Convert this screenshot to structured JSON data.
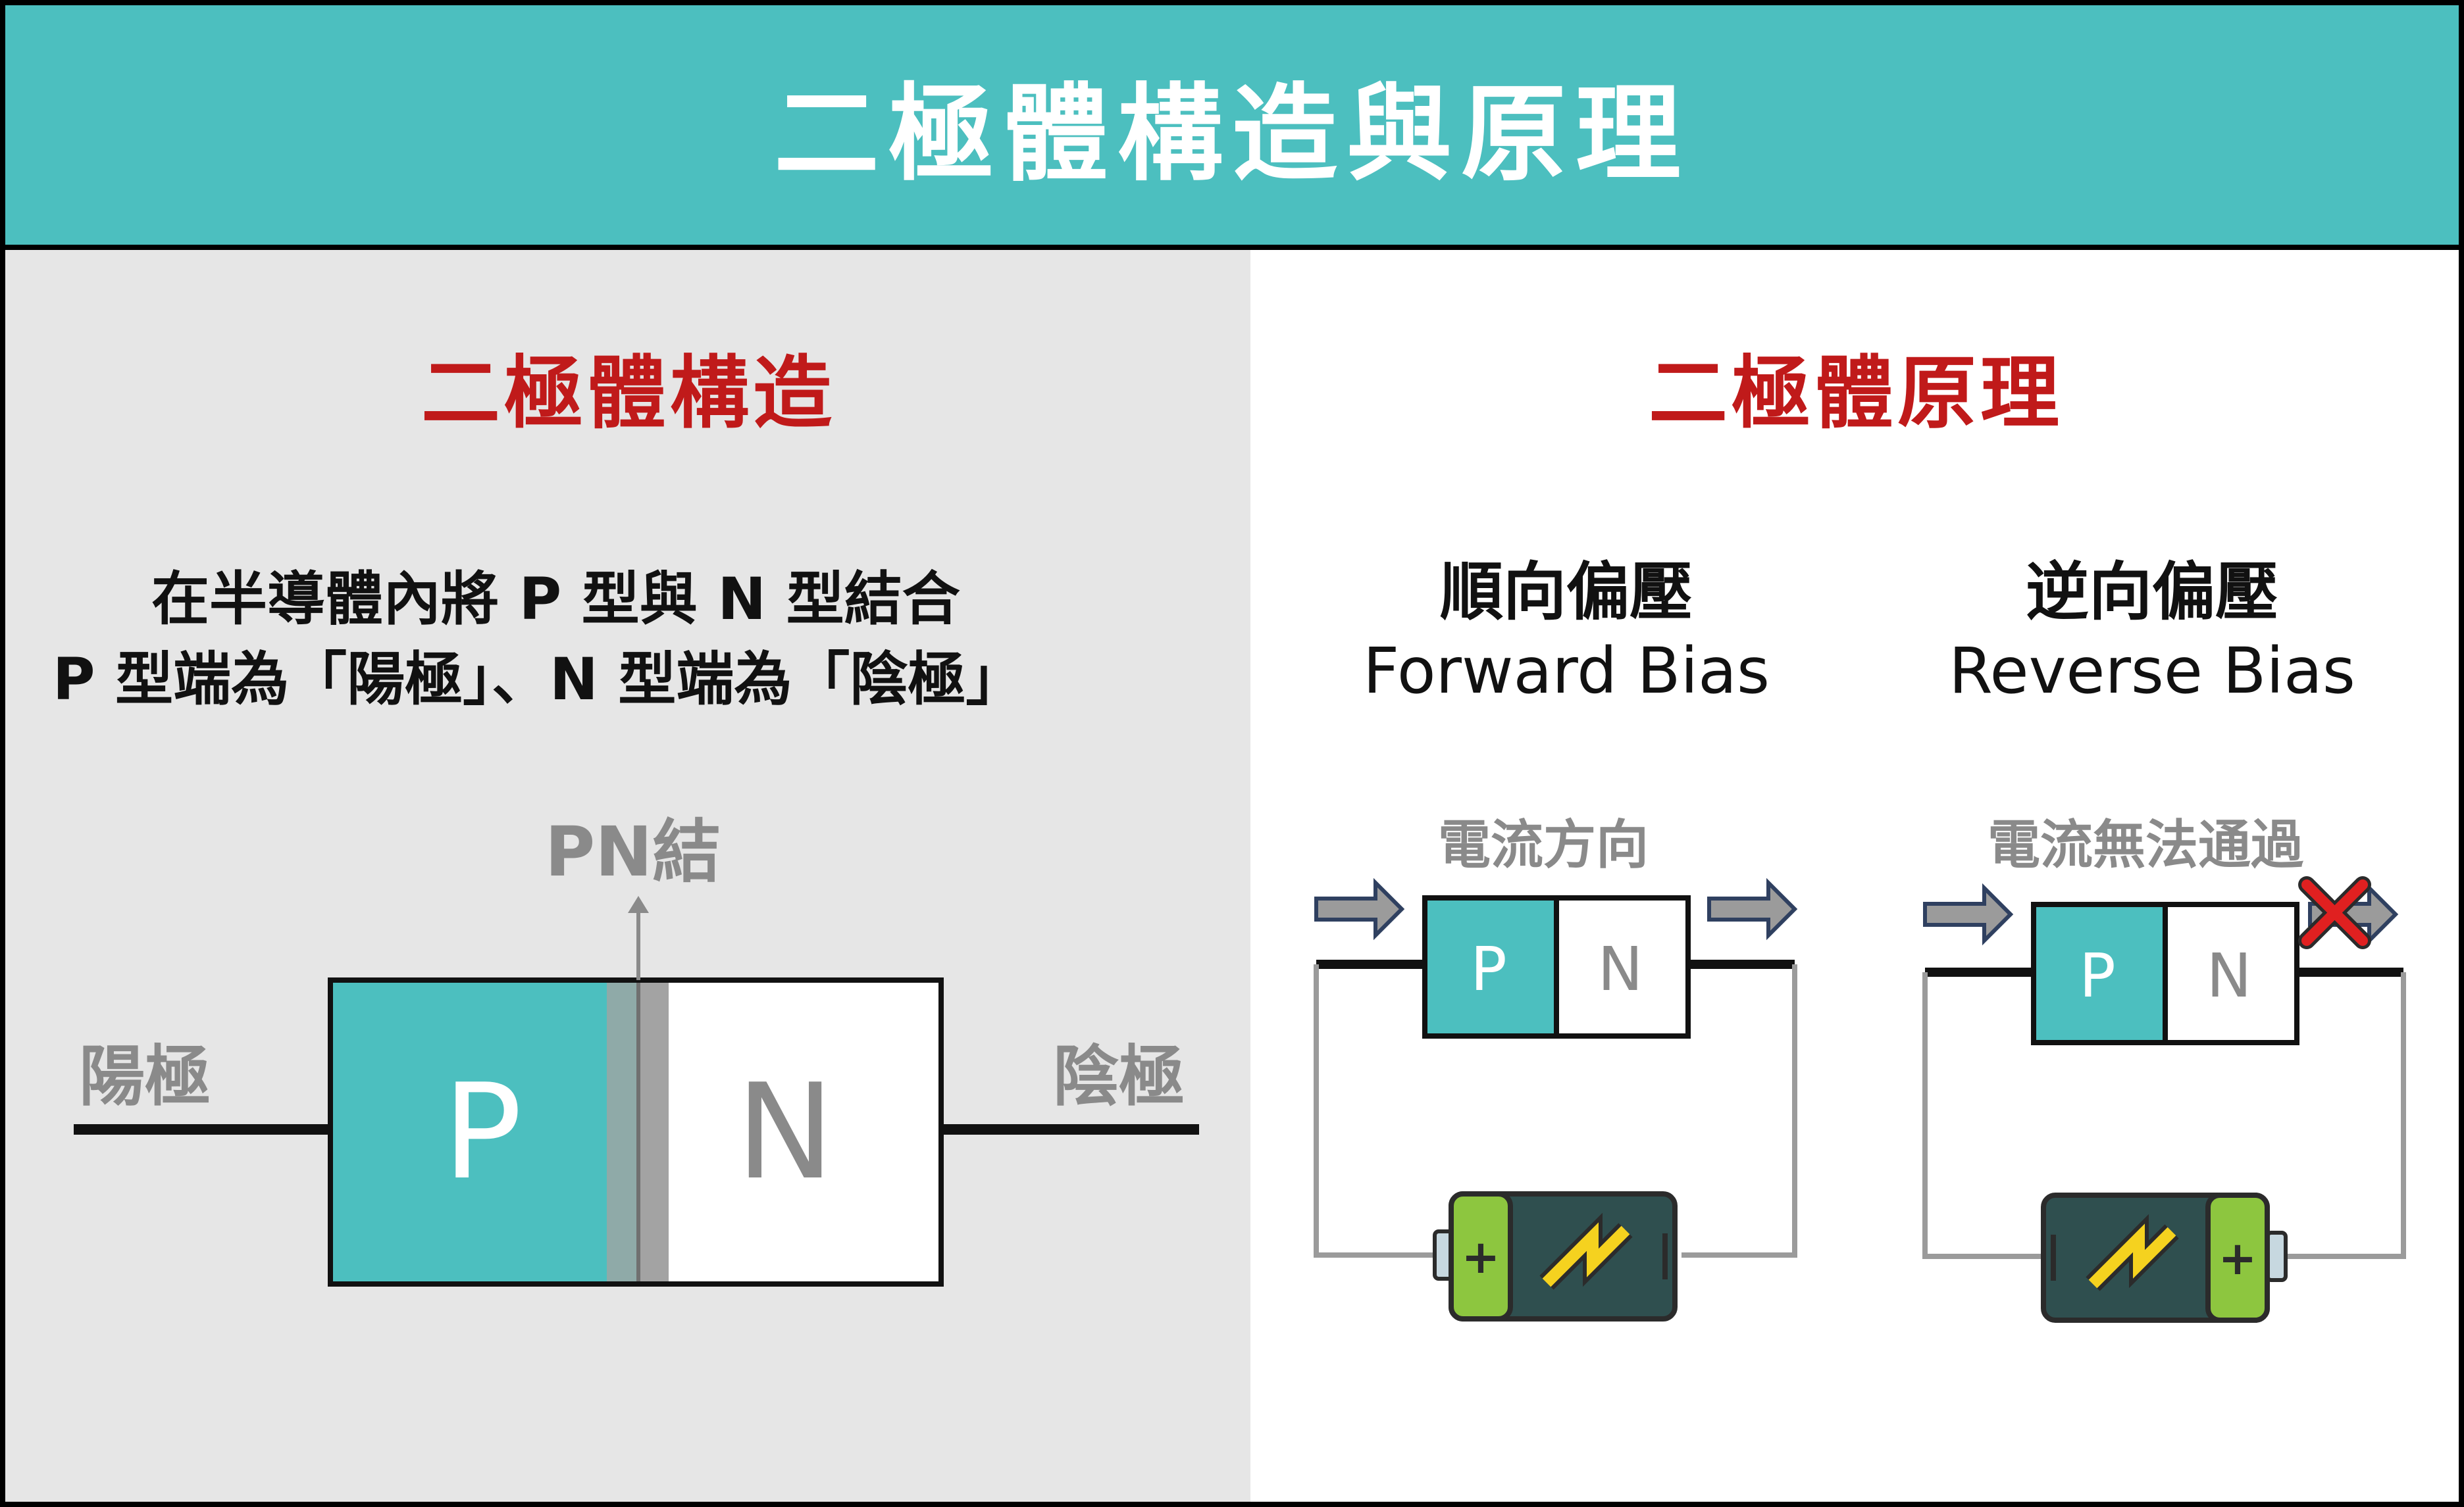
{
  "header": {
    "title": "二極體構造與原理"
  },
  "structure": {
    "title": "二極體構造",
    "desc_line1": "在半導體內將 P 型與 N 型結合",
    "desc_line2": "P 型端為「陽極」、N 型端為「陰極」",
    "pn_junction_label": "PN結",
    "anode_label": "陽極",
    "cathode_label": "陰極",
    "p_label": "P",
    "n_label": "N"
  },
  "principle": {
    "title": "二極體原理",
    "forward": {
      "title_zh": "順向偏壓",
      "title_en": "Forward Bias",
      "current_label": "電流方向",
      "p_label": "P",
      "n_label": "N",
      "plus_sign": "+"
    },
    "reverse": {
      "title_zh": "逆向偏壓",
      "title_en": "Reverse Bias",
      "current_label": "電流無法通過",
      "p_label": "P",
      "n_label": "N",
      "plus_sign": "+"
    }
  },
  "colors": {
    "teal": "#4cbfbf",
    "red_title": "#c01a1a",
    "junction_gray": "#a3a3a3",
    "battery_green": "#8dc63f",
    "battery_body": "#2f4f4f",
    "bolt_yellow": "#f5d21f",
    "arrow_gray": "#9b9b9b",
    "arrow_outline": "#2f4060",
    "cross_red": "#e02020"
  }
}
